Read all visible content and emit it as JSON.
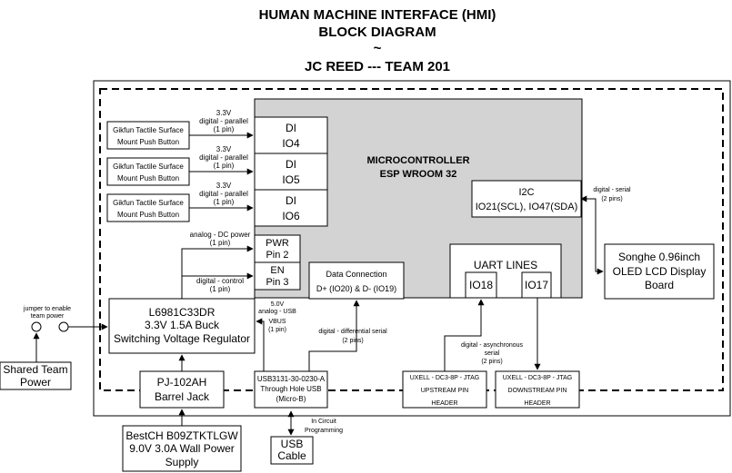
{
  "title": {
    "line1": "HUMAN MACHINE INTERFACE (HMI)",
    "line2": "BLOCK DIAGRAM",
    "line3": "~",
    "line4": "JC REED --- TEAM 201"
  },
  "buttons": [
    {
      "line1": "Gikfun Tactile Surface",
      "line2": "Mount Push Button"
    },
    {
      "line1": "Gikfun Tactile Surface",
      "line2": "Mount Push Button"
    },
    {
      "line1": "Gikfun Tactile Surface",
      "line2": "Mount Push Button"
    }
  ],
  "button_links": [
    {
      "l1": "3.3V",
      "l2": "digital - parallel",
      "l3": "(1 pin)"
    },
    {
      "l1": "3.3V",
      "l2": "digital - parallel",
      "l3": "(1 pin)"
    },
    {
      "l1": "3.3V",
      "l2": "digital - parallel",
      "l3": "(1 pin)"
    }
  ],
  "di_pins": [
    {
      "line1": "DI",
      "line2": "IO4"
    },
    {
      "line1": "DI",
      "line2": "IO5"
    },
    {
      "line1": "DI",
      "line2": "IO6"
    }
  ],
  "mcu": {
    "line1": "MICROCONTROLLER",
    "line2": "ESP WROOM 32"
  },
  "i2c": {
    "line1": "I2C",
    "line2": "IO21(SCL), IO47(SDA)"
  },
  "i2c_link": {
    "l1": "digital - serial",
    "l2": "(2 pins)"
  },
  "oled": {
    "line1": "Songhe 0.96inch",
    "line2": "OLED LCD Display",
    "line3": "Board"
  },
  "pwr_pin": {
    "line1": "PWR",
    "line2": "Pin 2"
  },
  "en_pin": {
    "line1": "EN",
    "line2": "Pin 3"
  },
  "pwr_link": {
    "l1": "analog - DC power",
    "l2": "(1 pin)"
  },
  "en_link": {
    "l1": "digital - control",
    "l2": "(1 pin)"
  },
  "data_conn": {
    "line1": "Data Connection",
    "line2": "D+ (IO20) & D- (IO19)"
  },
  "uart": {
    "label": "UART LINES",
    "pin_a": "IO18",
    "pin_b": "IO17"
  },
  "regulator": {
    "line1": "L6981C33DR",
    "line2": "3.3V 1.5A Buck",
    "line3": "Switching Voltage Regulator"
  },
  "usb_power_link": {
    "l1": "5.0V",
    "l2": "analog - USB",
    "l3": "VBUS",
    "l4": "(1 pin)"
  },
  "diff_link": {
    "l1": "digital - differential serial",
    "l2": "(2 pins)"
  },
  "jumper": {
    "l1": "jumper to enable",
    "l2": "team power"
  },
  "shared_power": {
    "line1": "Shared Team",
    "line2": "Power"
  },
  "barrel": {
    "line1": "PJ-102AH",
    "line2": "Barrel Jack"
  },
  "usb_conn": {
    "line1": "USB3131-30-0230-A",
    "line2": "Through Hole USB",
    "line3": "(Micro-B)"
  },
  "wall": {
    "line1": "BestCH B09ZTKTLGW",
    "line2": "9.0V 3.0A Wall Power",
    "line3": "Supply"
  },
  "usb_cable": {
    "line1": "USB",
    "line2": "Cable"
  },
  "icp": {
    "l1": "In Circuit",
    "l2": "Programming"
  },
  "async_link": {
    "l1": "digital - asynchronous",
    "l2": "serial",
    "l3": "(2 pins)"
  },
  "upstream": {
    "line1": "UXELL - DC3-8P - JTAG",
    "line2": "UPSTREAM PIN",
    "line3": "HEADER"
  },
  "downstream": {
    "line1": "UXELL - DC3-8P - JTAG",
    "line2": "DOWNSTREAM PIN",
    "line3": "HEADER"
  },
  "colors": {
    "mcu_fill": "#d3d3d3",
    "stroke": "#000000",
    "background": "#ffffff"
  }
}
